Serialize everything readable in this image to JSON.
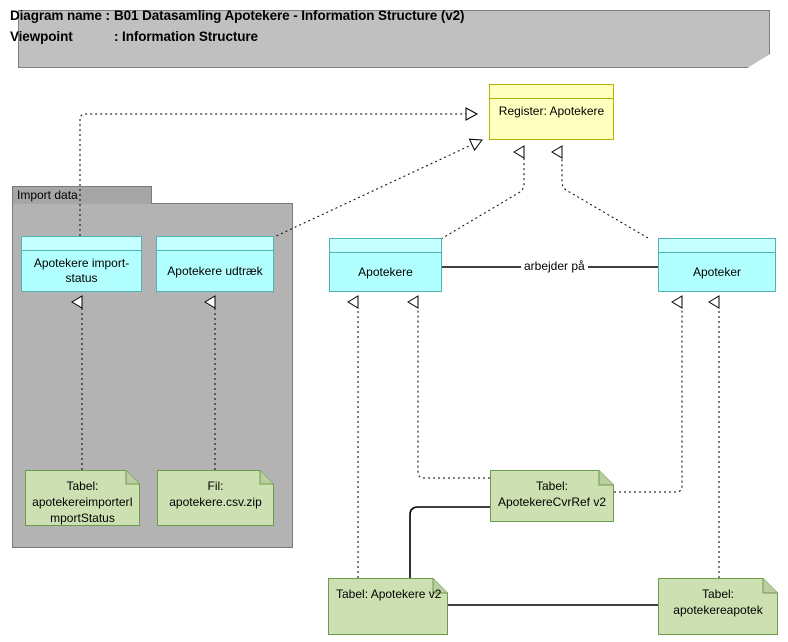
{
  "header": {
    "diagram_name_label": "Diagram name :",
    "diagram_name_value": "B01 Datasamling Apotekere - Information Structure (v2)",
    "viewpoint_label": "Viewpoint",
    "viewpoint_sep": ": ",
    "viewpoint_value": "Information Structure"
  },
  "group": {
    "name": "Import data"
  },
  "nodes": {
    "register_apotekere": "Register: Apotekere",
    "apotekere_importstatus": "Apotekere import-status",
    "apotekere_udtraek": "Apotekere udtræk",
    "apotekere": "Apotekere",
    "apoteker": "Apoteker",
    "tabel_apotekereimporterimportstatus": "Tabel:\napotekereimporterI\nmportStatus",
    "fil_apotekere_csv_zip": "Fil: apotekere.csv.zip",
    "tabel_apotekerecvrref_v2": "Tabel:\nApotekereCvrRef v2",
    "tabel_apotekere_v2": "Tabel: Apotekere v2",
    "tabel_apotekereapotek": "Tabel:\napotekereapotek"
  },
  "edges": {
    "arbejder_paa": "arbejder på"
  },
  "colors": {
    "title_bg": "#c0c0c0",
    "group_bg": "#b3b3b3",
    "group_tab_bg": "#a6a6a6",
    "object_fill": "#b2ffff",
    "object_border": "#4fb3b3",
    "register_fill": "#ffffbf",
    "register_border": "#b3b300",
    "note_fill": "#cce0b2",
    "note_border": "#6f9a4c",
    "line": "#000000",
    "canvas_bg": "#ffffff"
  }
}
